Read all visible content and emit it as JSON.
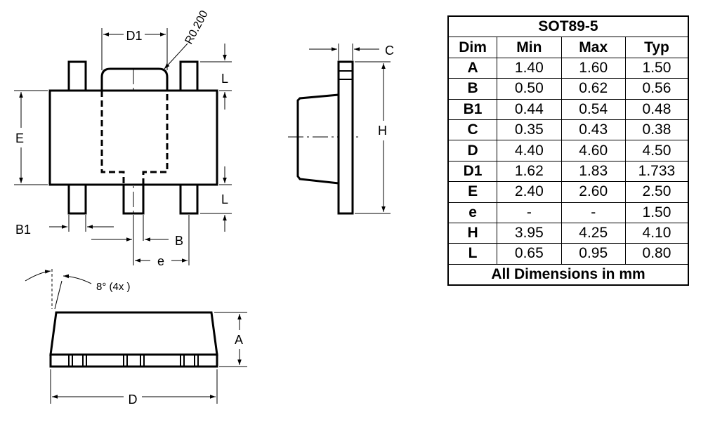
{
  "labels": {
    "d1": "D1",
    "radius": "R0.200",
    "e_cap": "E",
    "l_top": "L",
    "l_bottom": "L",
    "b1": "B1",
    "b": "B",
    "e_pitch": "e",
    "c": "C",
    "h": "H",
    "angle": "8° (4x   )",
    "a": "A",
    "d": "D"
  },
  "table": {
    "title": "SOT89-5",
    "headers": [
      "Dim",
      "Min",
      "Max",
      "Typ"
    ],
    "rows": [
      [
        "A",
        "1.40",
        "1.60",
        "1.50"
      ],
      [
        "B",
        "0.50",
        "0.62",
        "0.56"
      ],
      [
        "B1",
        "0.44",
        "0.54",
        "0.48"
      ],
      [
        "C",
        "0.35",
        "0.43",
        "0.38"
      ],
      [
        "D",
        "4.40",
        "4.60",
        "4.50"
      ],
      [
        "D1",
        "1.62",
        "1.83",
        "1.733"
      ],
      [
        "E",
        "2.40",
        "2.60",
        "2.50"
      ],
      [
        "e",
        "-",
        "-",
        "1.50"
      ],
      [
        "H",
        "3.95",
        "4.25",
        "4.10"
      ],
      [
        "L",
        "0.65",
        "0.95",
        "0.80"
      ]
    ],
    "footer": "All Dimensions in mm"
  }
}
